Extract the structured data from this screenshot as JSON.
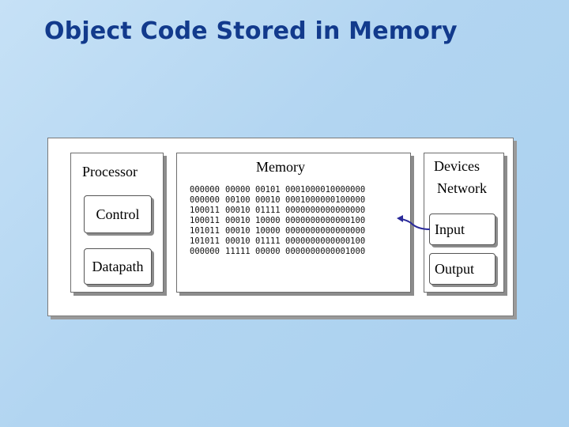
{
  "title": "Object Code Stored in Memory",
  "processor": {
    "title": "Processor",
    "control": "Control",
    "datapath": "Datapath"
  },
  "memory": {
    "title": "Memory",
    "rows": [
      [
        "000000",
        "00000",
        "00101",
        "0001000010000000"
      ],
      [
        "000000",
        "00100",
        "00010",
        "0001000000100000"
      ],
      [
        "100011",
        "00010",
        "01111",
        "0000000000000000"
      ],
      [
        "100011",
        "00010",
        "10000",
        "0000000000000100"
      ],
      [
        "101011",
        "00010",
        "10000",
        "0000000000000000"
      ],
      [
        "101011",
        "00010",
        "01111",
        "0000000000000100"
      ],
      [
        "000000",
        "11111",
        "00000",
        "0000000000001000"
      ]
    ]
  },
  "devices": {
    "title": "Devices",
    "network": "Network",
    "input": "Input",
    "output": "Output"
  },
  "colors": {
    "title": "#123a8c",
    "arrow": "#2a2a9a",
    "background": "#b2d5f1"
  }
}
